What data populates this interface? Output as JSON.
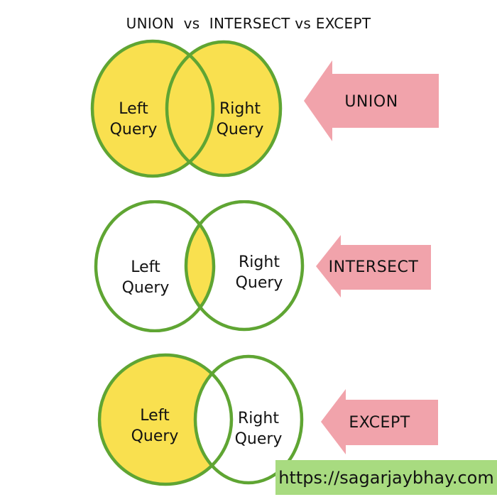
{
  "title": "UNION  vs  INTERSECT vs EXCEPT",
  "colors": {
    "yellow_fill": "#F9E04F",
    "green_stroke": "#5FA533",
    "arrow_pink": "#F1A3AB",
    "banner_green": "#A8DB80",
    "text": "#121212",
    "background": "#FFFFFF"
  },
  "venn_rows": [
    {
      "operation": "UNION",
      "left_circle": {
        "line1": "Left",
        "line2": "Query"
      },
      "right_circle": {
        "line1": "Right",
        "line2": "Query"
      },
      "shaded_region": "both-circles-yellow"
    },
    {
      "operation": "INTERSECT",
      "left_circle": {
        "line1": "Left",
        "line2": "Query"
      },
      "right_circle": {
        "line1": "Right",
        "line2": "Query"
      },
      "shaded_region": "intersection-only-yellow"
    },
    {
      "operation": "EXCEPT",
      "left_circle": {
        "line1": "Left",
        "line2": "Query"
      },
      "right_circle": {
        "line1": "Right",
        "line2": "Query"
      },
      "shaded_region": "left-circle-minus-intersection-yellow"
    }
  ],
  "footer": {
    "url": "https://sagarjaybhay.com"
  }
}
